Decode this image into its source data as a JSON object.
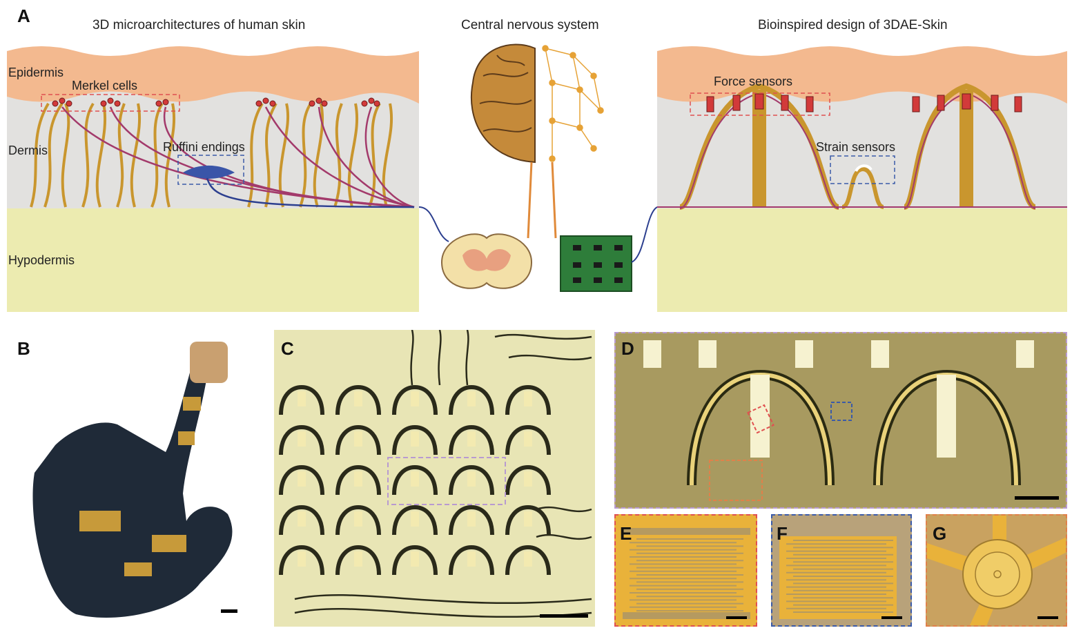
{
  "panel_a": {
    "letter": "A",
    "titles": {
      "left": "3D microarchitectures of human skin",
      "center": "Central nervous system",
      "right": "Bioinspired design of 3DAE-Skin"
    },
    "labels": {
      "epidermis": "Epidermis",
      "merkel_cells": "Merkel cells",
      "dermis": "Dermis",
      "ruffini_endings": "Ruffini endings",
      "hypodermis": "Hypodermis",
      "force_sensors": "Force sensors",
      "strain_sensors": "Strain sensors"
    }
  },
  "panels": {
    "b": "B",
    "c": "C",
    "d": "D",
    "e": "E",
    "f": "F",
    "g": "G"
  },
  "colors": {
    "epidermis": "#f3b98f",
    "dermis": "#e2e1df",
    "hypodermis": "#ecebb0",
    "collagen": "#c9962e",
    "nerve": "#a33a6b",
    "nerve_blue": "#2c3f8f",
    "red_box": "#e05050",
    "blue_box": "#3a5aa8",
    "purple_box": "#b89ad0",
    "orange_box": "#e0804a"
  }
}
